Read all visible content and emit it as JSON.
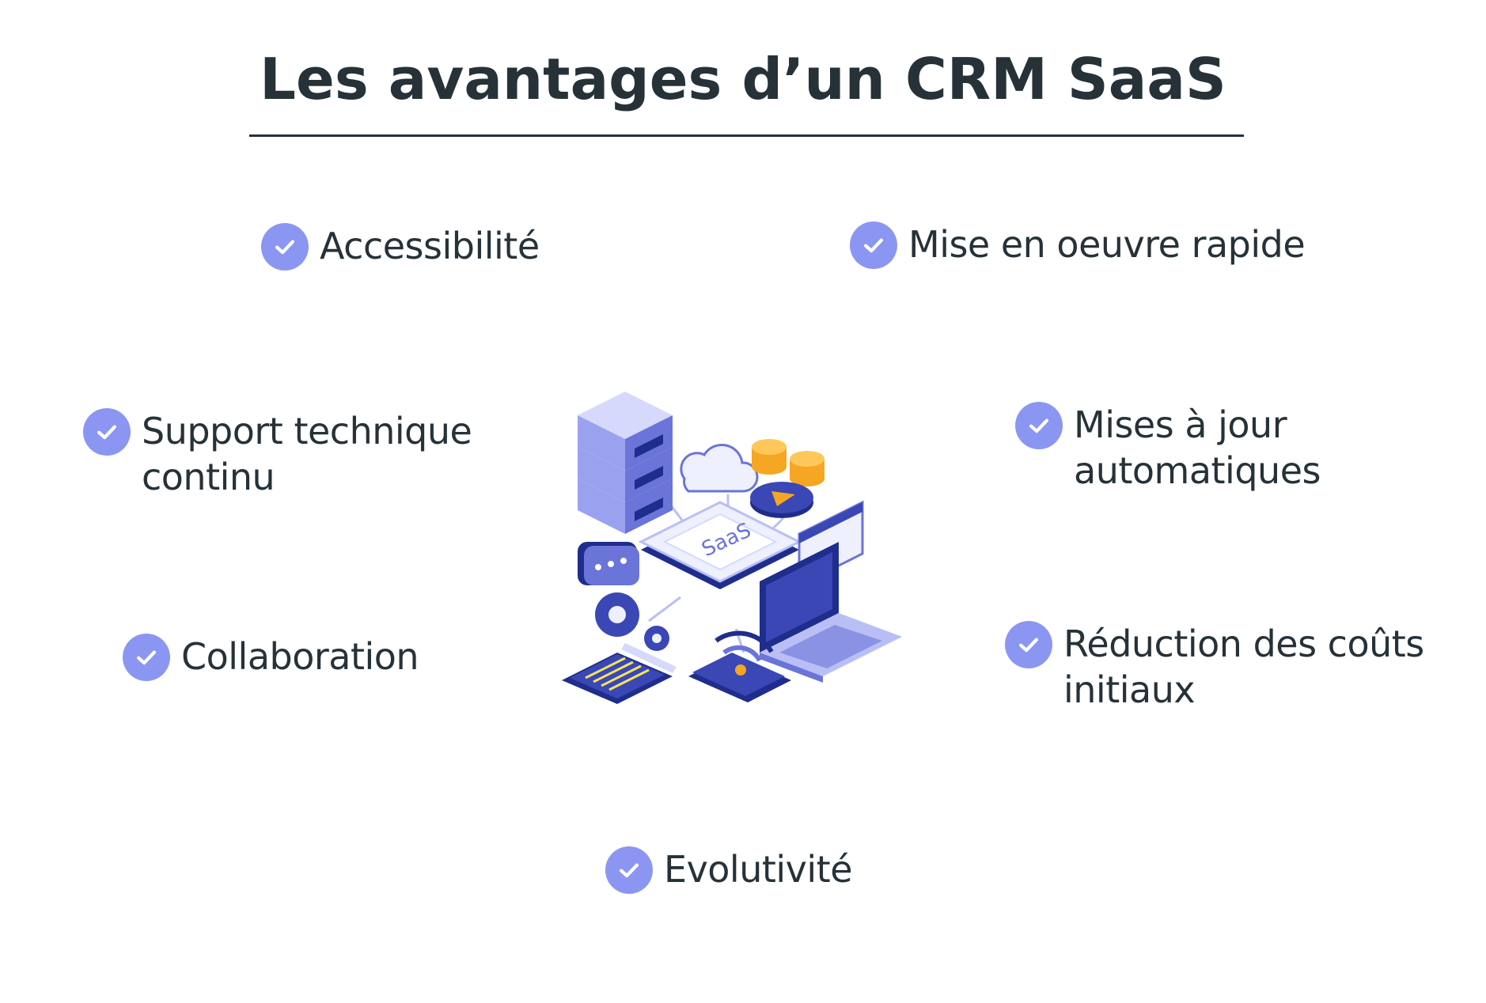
{
  "title": "Les avantages d’un CRM SaaS",
  "colors": {
    "title": "#263238",
    "check_bg": "#8b96f2",
    "check_mark": "#ffffff",
    "illustration_primary": "#1f2d8c",
    "illustration_light": "#b9bff5",
    "illustration_accent": "#f5a623"
  },
  "benefits": [
    {
      "label": "Accessibilité",
      "icon": "check-circle-icon"
    },
    {
      "label": "Mise en oeuvre rapide",
      "icon": "check-circle-icon"
    },
    {
      "label": "Support technique\ncontinu",
      "icon": "check-circle-icon"
    },
    {
      "label": "Mises à jour\nautomatiques",
      "icon": "check-circle-icon"
    },
    {
      "label": "Collaboration",
      "icon": "check-circle-icon"
    },
    {
      "label": "Réduction des coûts\ninitiaux",
      "icon": "check-circle-icon"
    },
    {
      "label": "Evolutivité",
      "icon": "check-circle-icon"
    }
  ],
  "illustration": {
    "label": "SaaS"
  }
}
